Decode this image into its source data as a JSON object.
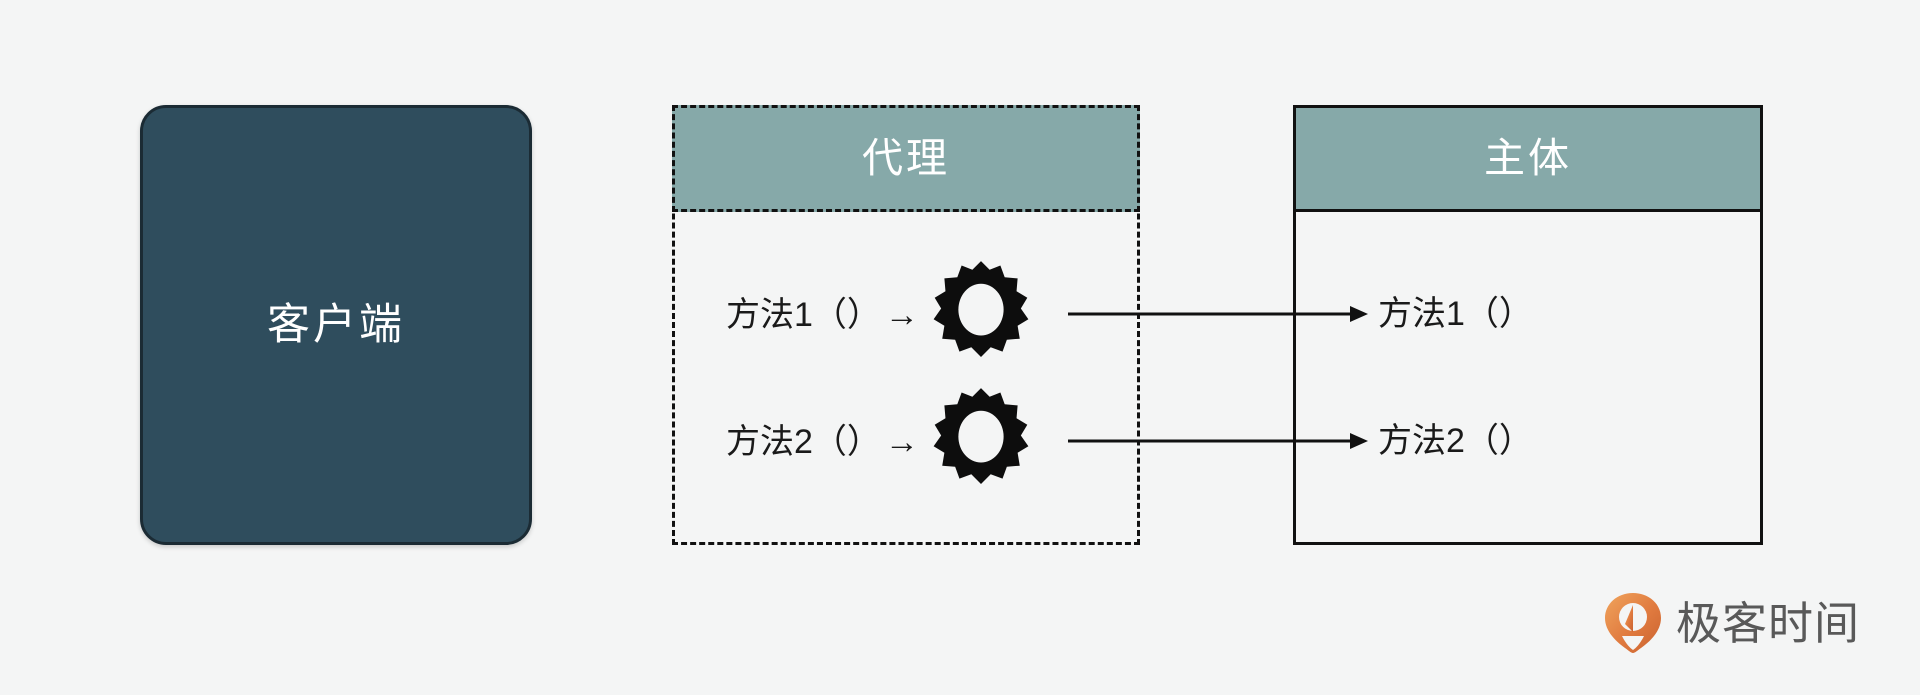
{
  "page": {
    "background_color": "#f4f5f5",
    "title": "代理模式示意图"
  },
  "palette": {
    "client_fill": "#2f4d5d",
    "client_border": "#1b2b34",
    "header_fill": "#86a9a9",
    "stroke": "#111111",
    "text_dark": "#1a1a1a",
    "text_light": "#ffffff",
    "brand_orange": "#e07a3f",
    "brand_text": "#595959"
  },
  "client": {
    "label": "客户端"
  },
  "proxy": {
    "header_label": "代理",
    "border_style": "dashed",
    "methods": [
      {
        "label": "方法1（）",
        "arrow": "→",
        "icon": "gear-icon"
      },
      {
        "label": "方法2（）",
        "arrow": "→",
        "icon": "gear-icon"
      }
    ]
  },
  "subject": {
    "header_label": "主体",
    "border_style": "solid",
    "methods": [
      {
        "label": "方法1（）"
      },
      {
        "label": "方法2（）"
      }
    ]
  },
  "connectors": [
    {
      "from": "proxy-gear-1",
      "to": "subject-method-1"
    },
    {
      "from": "proxy-gear-2",
      "to": "subject-method-2"
    }
  ],
  "brand": {
    "name": "极客时间",
    "mark": "geektime-logo-icon"
  }
}
